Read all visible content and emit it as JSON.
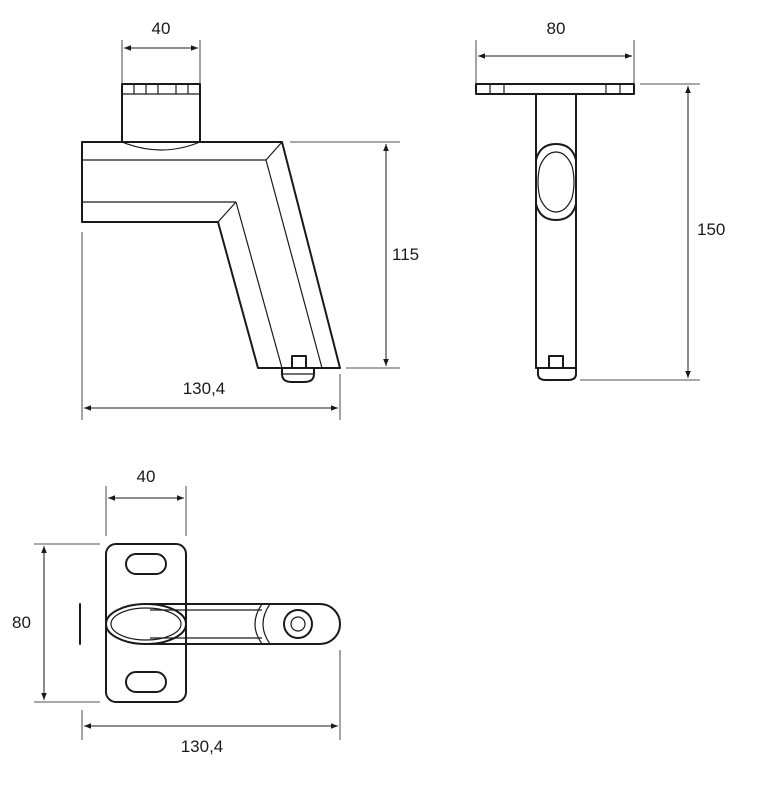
{
  "dimensions": {
    "front_top_width": "40",
    "front_height": "115",
    "front_overall_width": "130,4",
    "side_plate_width": "80",
    "side_height": "150",
    "top_plate_width": "40",
    "top_plate_height": "80",
    "top_overall_width": "130,4"
  }
}
